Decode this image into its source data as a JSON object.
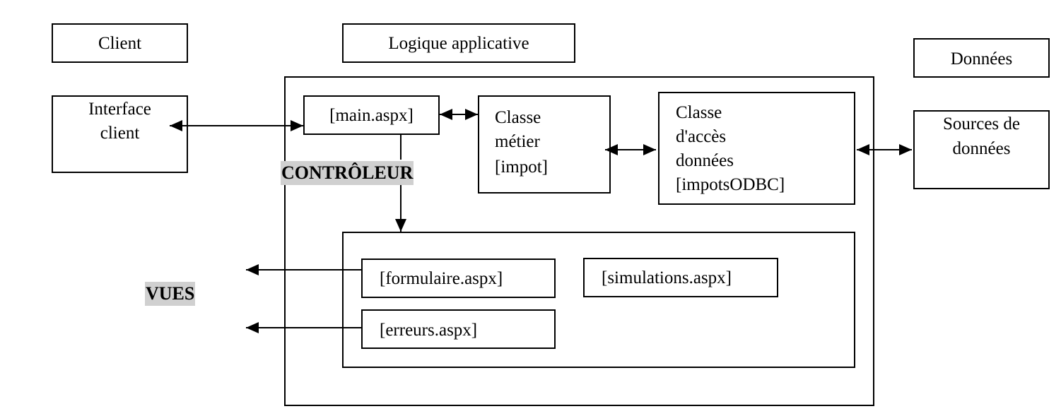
{
  "headers": {
    "client": "Client",
    "logic": "Logique applicative",
    "data": "Données"
  },
  "interface_client": {
    "line1": "Interface",
    "line2": "client"
  },
  "main": "[main.aspx]",
  "controller": "CONTRÔLEUR",
  "business": {
    "line1": "Classe",
    "line2": "métier",
    "line3": "[impot]"
  },
  "dao": {
    "line1": "Classe",
    "line2": "d'accès",
    "line3": "données",
    "line4": "[impotsODBC]"
  },
  "sources": {
    "line1": "Sources de",
    "line2": "données"
  },
  "views": {
    "label": "VUES",
    "formulaire": "[formulaire.aspx]",
    "simulations": "[simulations.aspx]",
    "erreurs": "[erreurs.aspx]"
  },
  "colors": {
    "stroke": "#000000",
    "highlight": "#d0d0d0"
  }
}
